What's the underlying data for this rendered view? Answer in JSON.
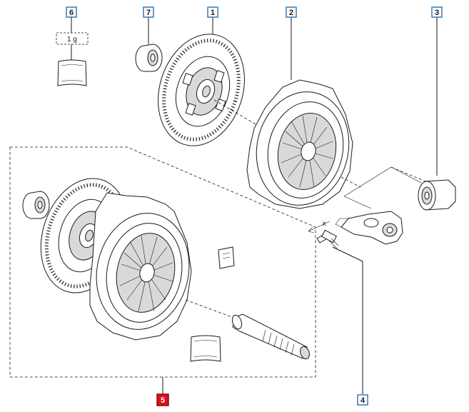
{
  "callouts": [
    {
      "id": "6",
      "label": "6"
    },
    {
      "id": "7",
      "label": "7"
    },
    {
      "id": "1",
      "label": "1"
    },
    {
      "id": "2",
      "label": "2"
    },
    {
      "id": "3",
      "label": "3"
    },
    {
      "id": "4",
      "label": "4"
    },
    {
      "id": "5",
      "label": "5"
    }
  ],
  "quantity_label": "1 g",
  "torque_marker": "x",
  "colors": {
    "callout_border": "#2a6fb0",
    "highlight_fill": "#e0101a",
    "line": "#1a1a1a",
    "shade": "#d9d9d9"
  }
}
